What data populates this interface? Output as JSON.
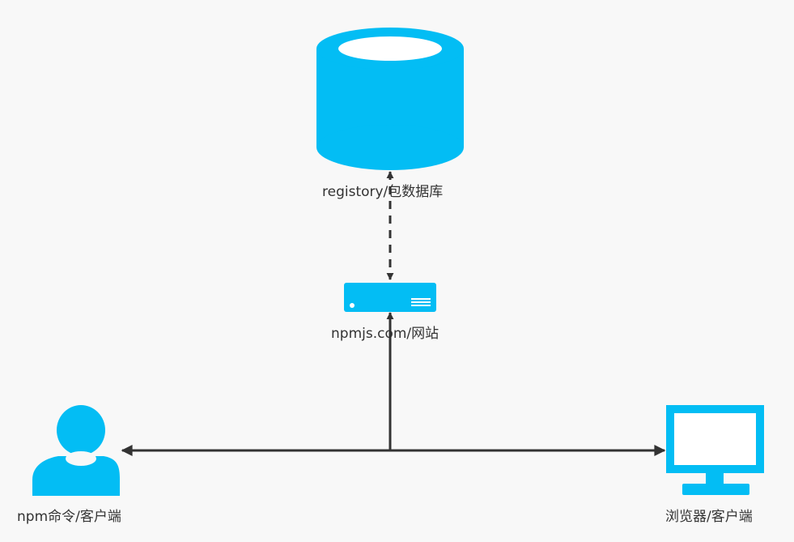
{
  "nodes": {
    "database": {
      "label": "registory/包数据库",
      "icon": "database-icon"
    },
    "website": {
      "label": "npmjs.com/网站",
      "icon": "server-icon"
    },
    "npm_client": {
      "label": "npm命令/客户端",
      "icon": "user-icon"
    },
    "browser_client": {
      "label": "浏览器/客户端",
      "icon": "monitor-icon"
    }
  },
  "edges": [
    {
      "from": "website",
      "to": "database",
      "style": "dashed",
      "direction": "both"
    },
    {
      "from": "hub",
      "to": "website",
      "style": "solid",
      "direction": "forward"
    },
    {
      "from": "hub",
      "to": "npm_client",
      "style": "solid",
      "direction": "forward"
    },
    {
      "from": "hub",
      "to": "browser_client",
      "style": "solid",
      "direction": "forward"
    }
  ],
  "colors": {
    "icon": "#03bdf4",
    "icon_light": "#ffffff",
    "line": "#333333",
    "background": "#f8f8f8"
  }
}
